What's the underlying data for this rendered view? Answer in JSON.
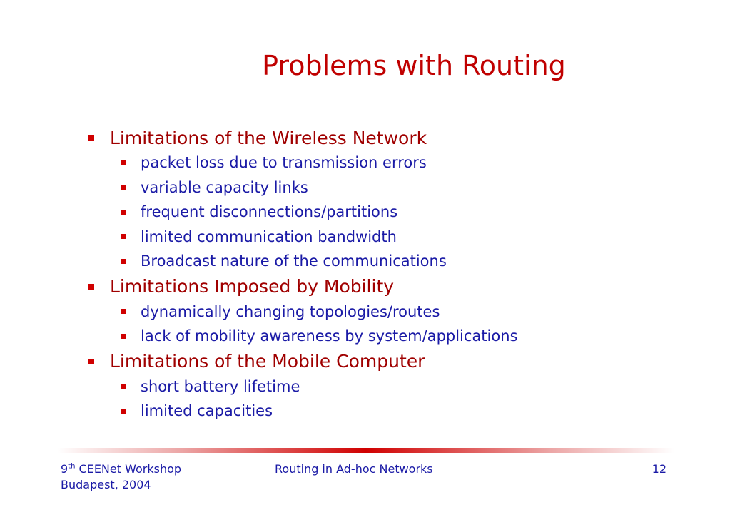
{
  "slide": {
    "title": "Problems with Routing",
    "sections": [
      {
        "heading": "Limitations of the Wireless Network",
        "items": [
          "packet loss due to transmission errors",
          "variable capacity links",
          "frequent disconnections/partitions",
          "limited communication bandwidth",
          "Broadcast nature of the communications"
        ]
      },
      {
        "heading": "Limitations Imposed by Mobility",
        "items": [
          "dynamically changing topologies/routes",
          "lack of mobility awareness by system/applications"
        ]
      },
      {
        "heading": "Limitations of the Mobile Computer",
        "items": [
          "short battery lifetime",
          "limited capacities"
        ]
      }
    ]
  },
  "footer": {
    "event_number": "9",
    "event_suffix": "th",
    "event_name": " CEENet Workshop",
    "location": "Budapest, 2004",
    "presentation_title": "Routing in Ad-hoc Networks",
    "page_number": "12"
  },
  "colors": {
    "title": "#c00000",
    "level1_text": "#a00000",
    "level2_text": "#1a1aa6",
    "bullet": "#d00000"
  }
}
